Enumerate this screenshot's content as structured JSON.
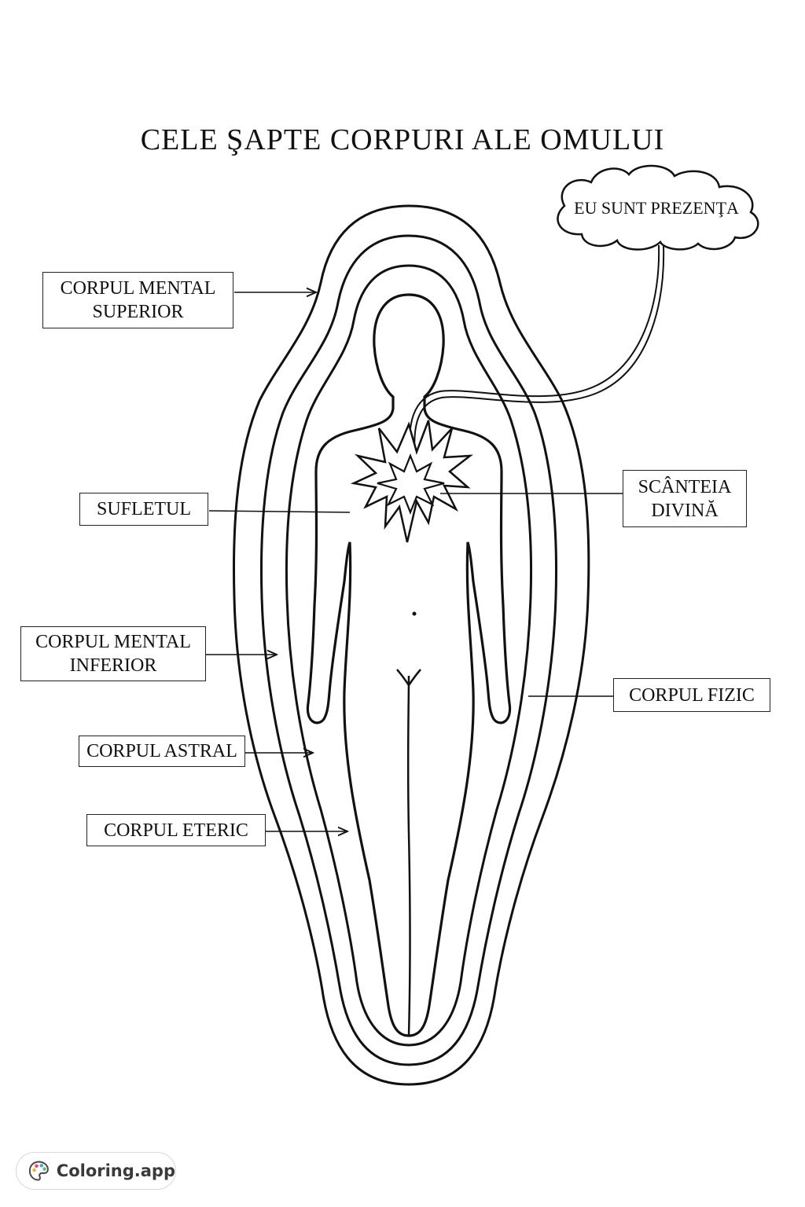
{
  "title": "CELE ŞAPTE CORPURI ALE OMULUI",
  "cloud": {
    "text": "EU SUNT PREZENŢA"
  },
  "labels": {
    "mental_superior": [
      "CORPUL MENTAL",
      "SUPERIOR"
    ],
    "sufletul": "SUFLETUL",
    "mental_inferior": [
      "CORPUL MENTAL",
      "INFERIOR"
    ],
    "astral": "CORPUL ASTRAL",
    "eteric": "CORPUL ETERIC",
    "scanteia": [
      "SCÂNTEIA",
      "DIVINĂ"
    ],
    "fizic": "CORPUL FIZIC"
  },
  "watermark": {
    "text": "Coloring.app",
    "icon": "palette-icon"
  },
  "colors": {
    "ink": "#111111",
    "background": "#ffffff"
  }
}
